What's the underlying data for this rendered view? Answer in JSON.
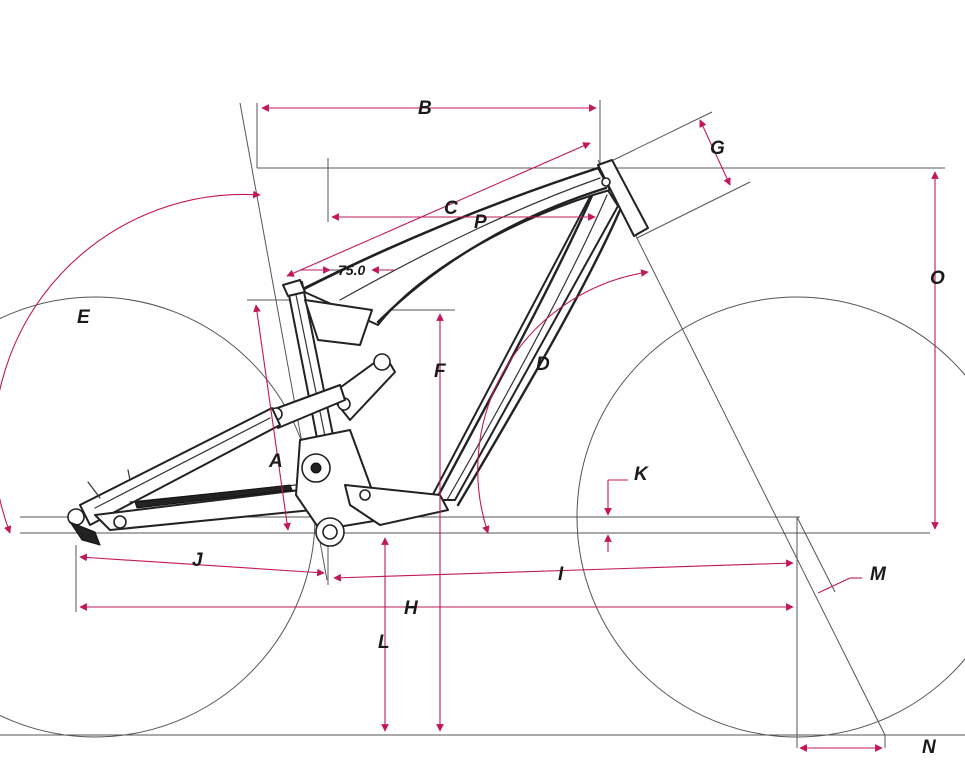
{
  "colors": {
    "dimension": "#c2185b",
    "reference": "#555555",
    "frame": "#222222",
    "background": "#ffffff"
  },
  "labels": {
    "A": "A",
    "B": "B",
    "C": "C",
    "D": "D",
    "E": "E",
    "F": "F",
    "G": "G",
    "H": "H",
    "I": "I",
    "J": "J",
    "K": "K",
    "L": "L",
    "M": "M",
    "N": "N",
    "O": "O",
    "P": "P"
  },
  "seat_tube_offset": "75.0"
}
